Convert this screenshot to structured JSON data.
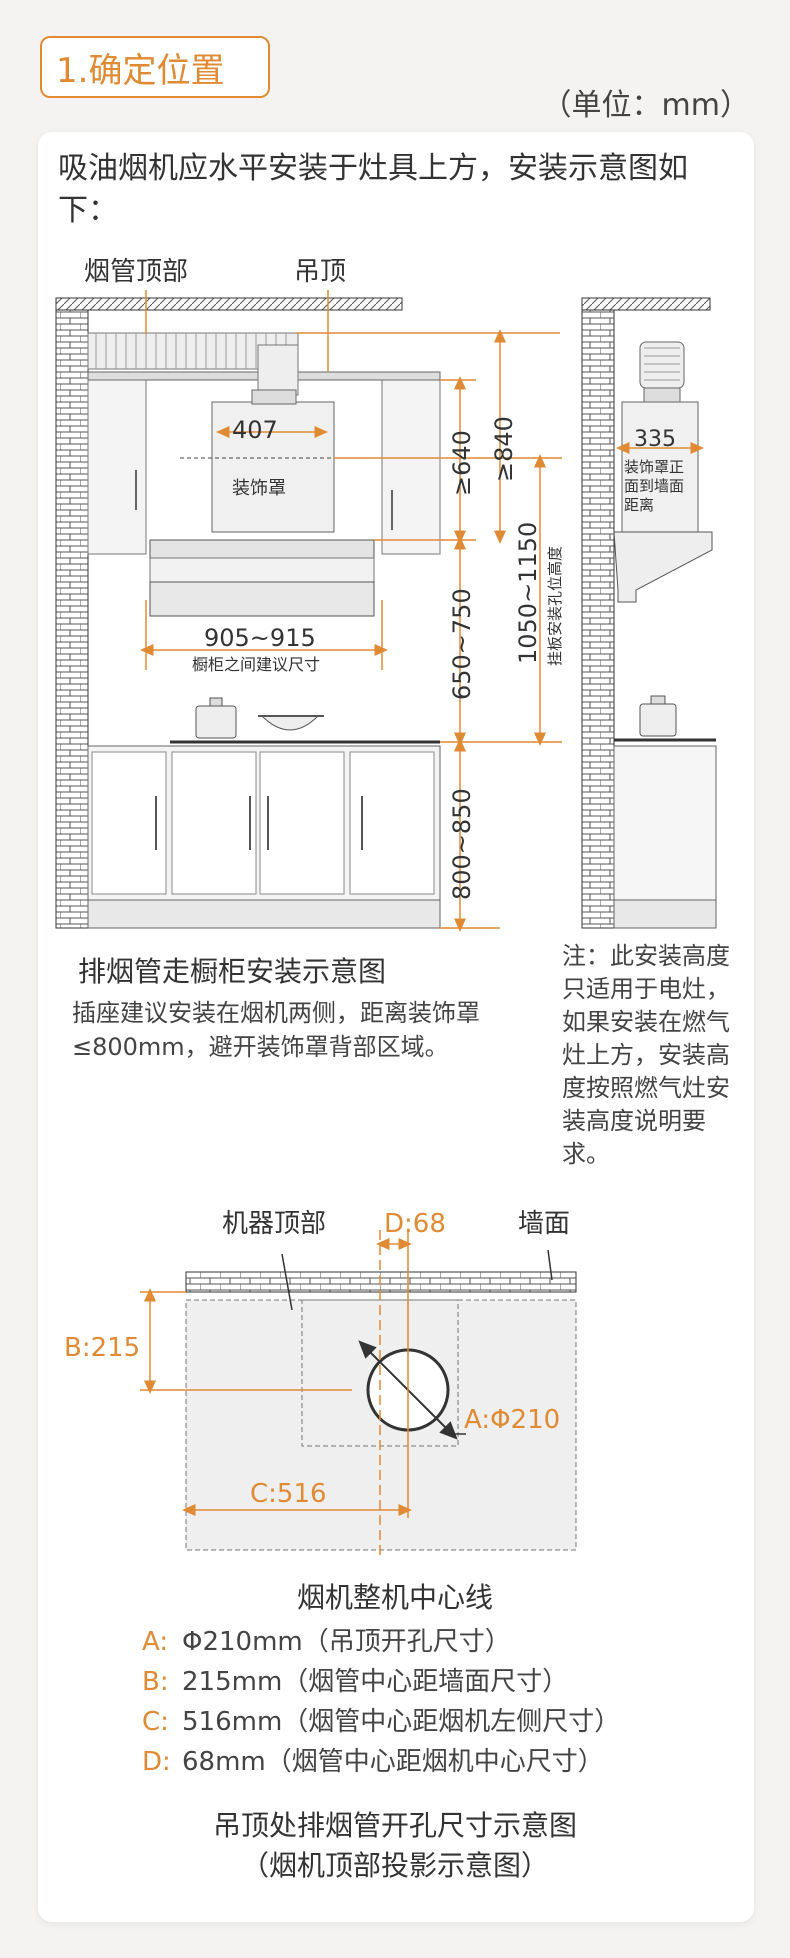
{
  "header": {
    "title": "1.确定位置",
    "unit": "（单位：mm）"
  },
  "intro": "吸油烟机应水平安装于灶具上方，安装示意图如下：",
  "diagram1": {
    "labels": {
      "duct_top": "烟管顶部",
      "ceiling": "吊顶",
      "cover": "装饰罩",
      "cover_side": "装饰罩正面到墙面距离",
      "cabinet_gap": "橱柜之间建议尺寸",
      "hole_height": "挂板安装孔位高度"
    },
    "dims": {
      "cover_width": "407",
      "side_depth": "335",
      "cabinet_span": "905~915",
      "d640": "≥640",
      "d840": "≥840",
      "d650_750": "650~750",
      "d1050_1150": "1050~1150",
      "d800_850": "800~850"
    },
    "caption": "排烟管走橱柜安装示意图",
    "paragraph": "插座建议安装在烟机两侧，距离装饰罩≤800mm，避开装饰罩背部区域。",
    "note": "注：此安装高度只适用于电灶，如果安装在燃气灶上方，安装高度按照燃气灶安装高度说明要求。"
  },
  "diagram2": {
    "labels": {
      "machine_top": "机器顶部",
      "wall": "墙面",
      "d": "D:68",
      "b": "B:215",
      "a": "A:Φ210",
      "c": "C:516"
    },
    "caption": "烟机整机中心线",
    "list": [
      {
        "key": "A:",
        "text": "Φ210mm（吊顶开孔尺寸）"
      },
      {
        "key": "B:",
        "text": "215mm（烟管中心距墙面尺寸）"
      },
      {
        "key": "C:",
        "text": "516mm（烟管中心距烟机左侧尺寸）"
      },
      {
        "key": "D:",
        "text": "68mm（烟管中心距烟机中心尺寸）"
      }
    ],
    "caption_bottom_1": "吊顶处排烟管开孔尺寸示意图",
    "caption_bottom_2": "（烟机顶部投影示意图）"
  },
  "colors": {
    "accent": "#e08a33",
    "line": "#333333",
    "fill": "#eeeeee"
  }
}
